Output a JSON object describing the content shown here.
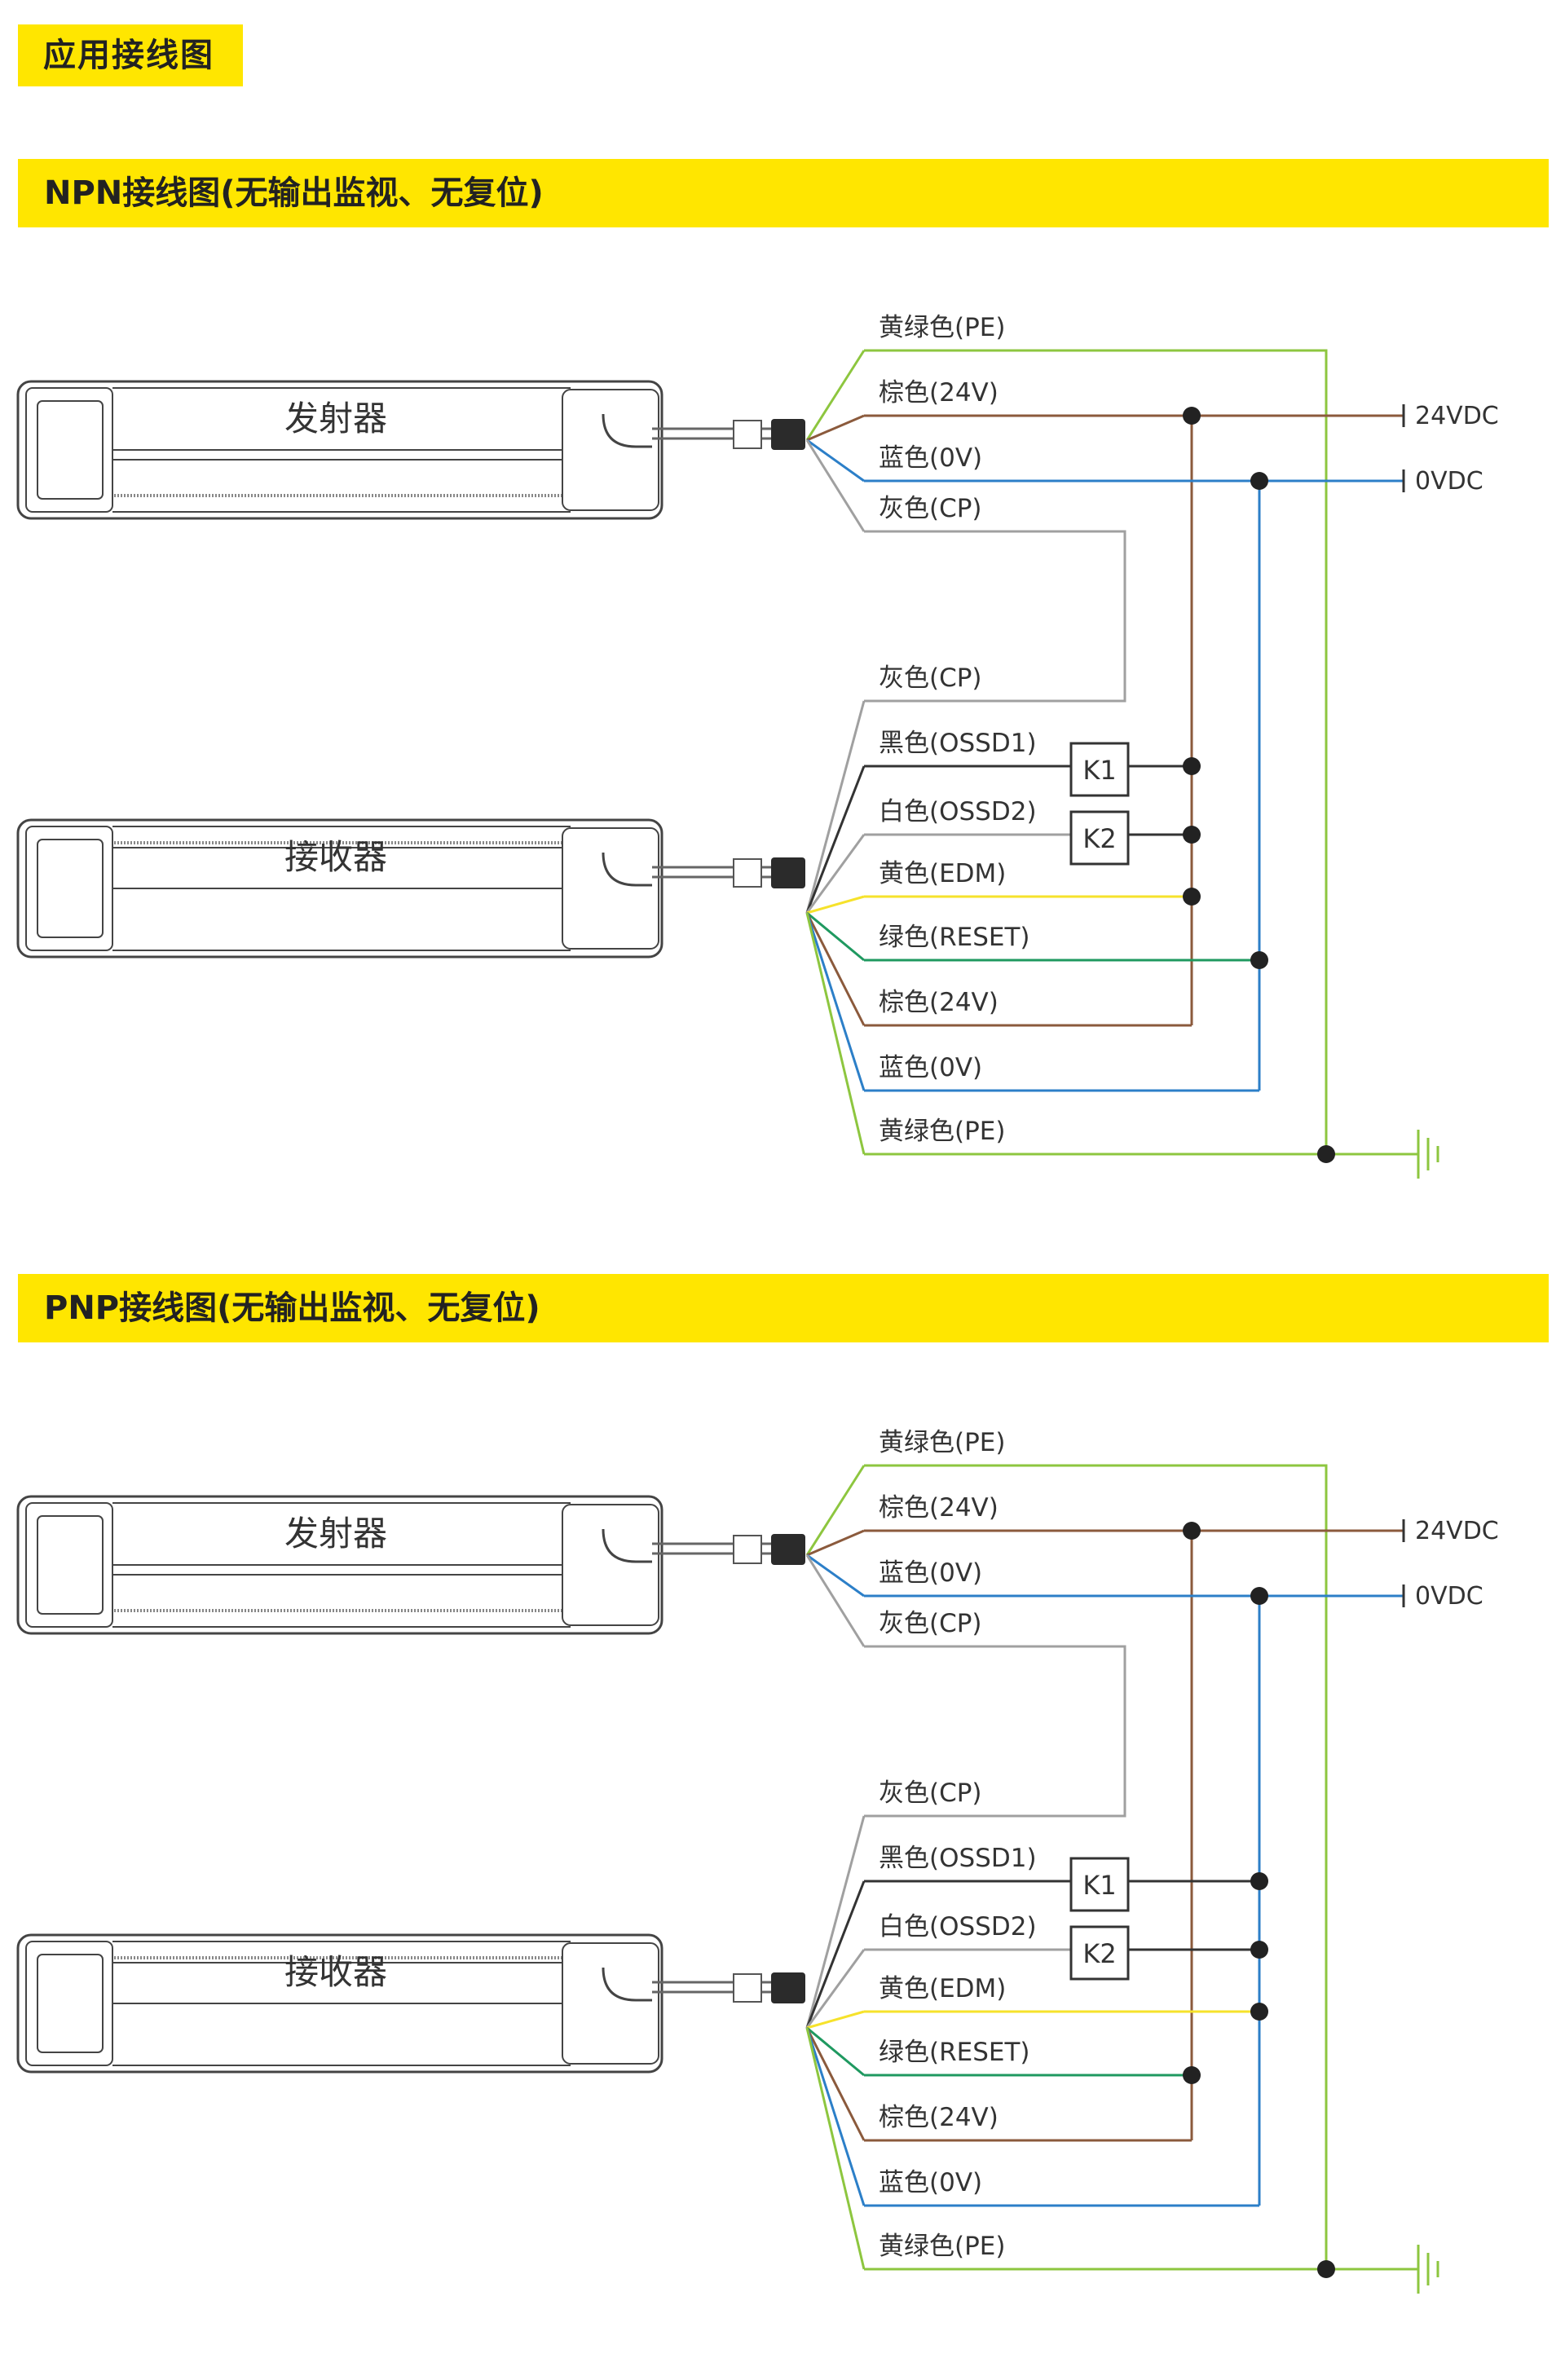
{
  "page": {
    "title": "应用接线图"
  },
  "colors": {
    "accent": "#ffe600",
    "yellow_green": "#8dc63f",
    "brown": "#8b5a3c",
    "blue": "#2c7fc8",
    "gray": "#a0a0a0",
    "black": "#333333",
    "yellow": "#f6e22b",
    "green": "#1f9960"
  },
  "sections": [
    {
      "title": "NPN接线图(无输出监视、无复位)",
      "emitter_label": "发射器",
      "receiver_label": "接收器",
      "supply_24": "24VDC",
      "supply_0": "0VDC",
      "relays": [
        "K1",
        "K2"
      ],
      "emitter_wires": [
        "黄绿色(PE)",
        "棕色(24V)",
        "蓝色(0V)",
        "灰色(CP)"
      ],
      "receiver_wires": [
        "灰色(CP)",
        "黑色(OSSD1)",
        "白色(OSSD2)",
        "黄色(EDM)",
        "绿色(RESET)",
        "棕色(24V)",
        "蓝色(0V)",
        "黄绿色(PE)"
      ]
    },
    {
      "title": "PNP接线图(无输出监视、无复位)",
      "emitter_label": "发射器",
      "receiver_label": "接收器",
      "supply_24": "24VDC",
      "supply_0": "0VDC",
      "relays": [
        "K1",
        "K2"
      ],
      "emitter_wires": [
        "黄绿色(PE)",
        "棕色(24V)",
        "蓝色(0V)",
        "灰色(CP)"
      ],
      "receiver_wires": [
        "灰色(CP)",
        "黑色(OSSD1)",
        "白色(OSSD2)",
        "黄色(EDM)",
        "绿色(RESET)",
        "棕色(24V)",
        "蓝色(0V)",
        "黄绿色(PE)"
      ]
    }
  ]
}
